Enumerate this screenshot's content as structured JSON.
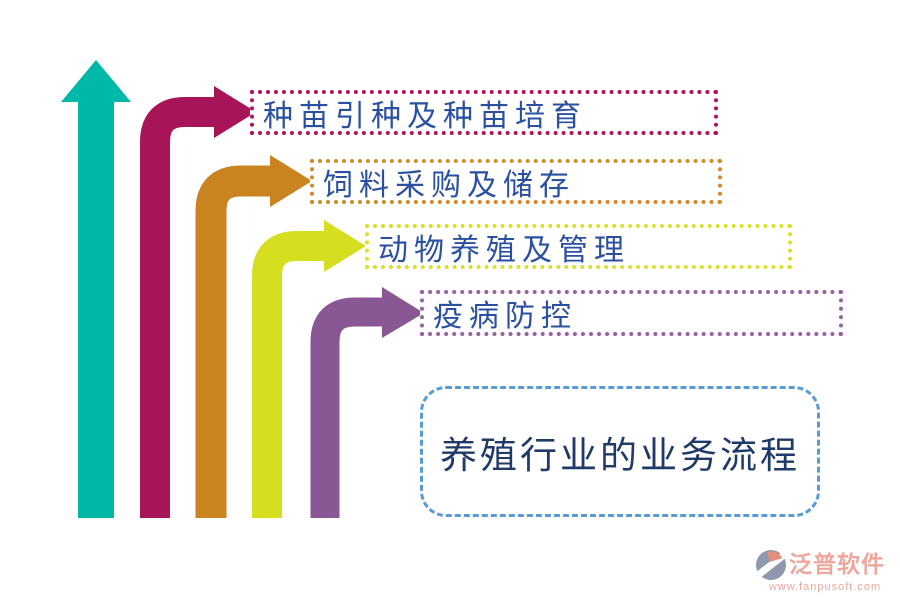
{
  "background": "#ffffff",
  "title_box": {
    "label": "养殖行业的业务流程",
    "border_color": "#5b9bd5",
    "text_color": "#1f3a68"
  },
  "label_text_color": "#2b50a0",
  "teal_arrow": {
    "name": "up-arrow",
    "color": "#00b8a8"
  },
  "steps": [
    {
      "label": "种苗引种及种苗培育",
      "arrow_color": "#a81458",
      "border_color": "#b01359"
    },
    {
      "label": "饲料采购及储存",
      "arrow_color": "#c9831f",
      "border_color": "#d08b26"
    },
    {
      "label": "动物养殖及管理",
      "arrow_color": "#d5de1f",
      "border_color": "#d9e02a"
    },
    {
      "label": "疫病防控",
      "arrow_color": "#8a5795",
      "border_color": "#96619f"
    }
  ],
  "watermark": {
    "brand": "泛普软件",
    "url": "www.fanpusoft.com",
    "text_color": "#eda399",
    "icon_gray": "#8a93a8",
    "icon_accent": "#e08a72"
  }
}
